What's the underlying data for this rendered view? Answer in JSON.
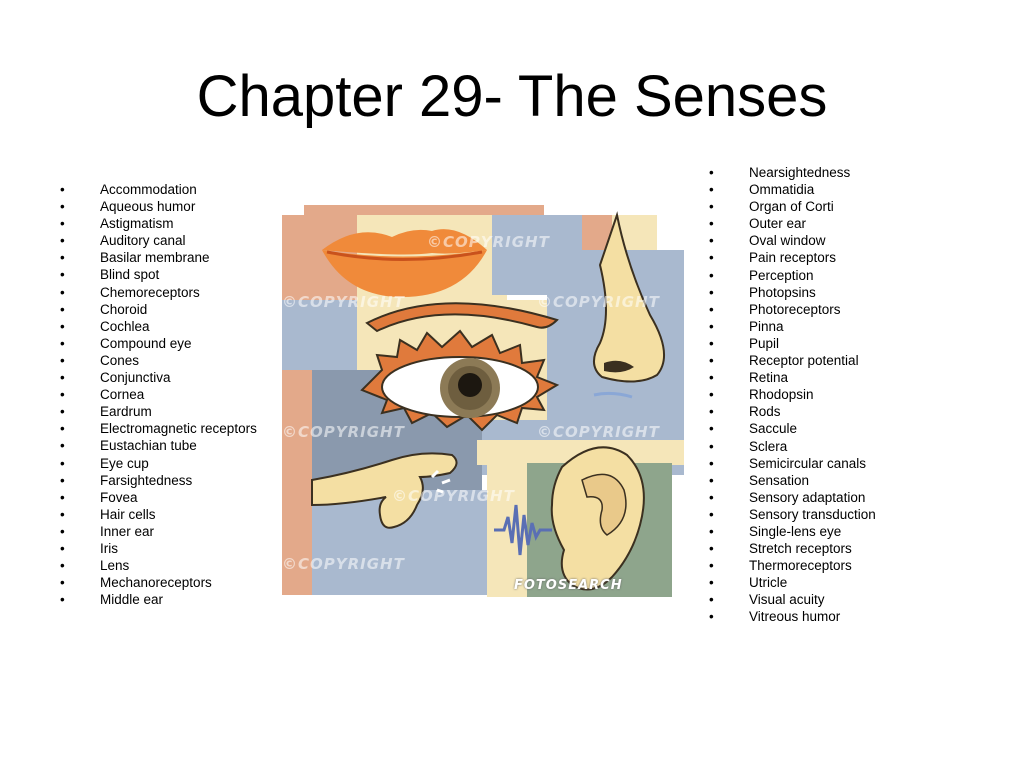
{
  "slide": {
    "title": "Chapter 29- The Senses",
    "left_terms": [
      "Accommodation",
      "Aqueous humor",
      "Astigmatism",
      "Auditory canal",
      "Basilar membrane",
      "Blind spot",
      "Chemoreceptors",
      "Choroid",
      "Cochlea",
      "Compound eye",
      "Cones",
      "Conjunctiva",
      "Cornea",
      "Eardrum",
      "Electromagnetic receptors",
      "Eustachian tube",
      "Eye cup",
      "Farsightedness",
      "Fovea",
      "Hair cells",
      "Inner ear",
      "Iris",
      "Lens",
      "Mechanoreceptors",
      "Middle ear"
    ],
    "right_terms": [
      "Nearsightedness",
      "Ommatidia",
      "Organ of Corti",
      "Outer ear",
      "Oval window",
      "Pain receptors",
      "Perception",
      "Photopsins",
      "Photoreceptors",
      "Pinna",
      "Pupil",
      "Receptor potential",
      "Retina",
      "Rhodopsin",
      "Rods",
      "Saccule",
      "Sclera",
      "Semicircular canals",
      "Sensation",
      "Sensory adaptation",
      "Sensory transduction",
      "Single-lens eye",
      "Stretch receptors",
      "Thermoreceptors",
      "Utricle",
      "Visual acuity",
      "Vitreous humor"
    ],
    "bullet": "•"
  },
  "illustration": {
    "watermark": "©COPYRIGHT",
    "brand": "FOTOSEARCH",
    "colors": {
      "blue": "#a9b9cf",
      "slate": "#8a99ad",
      "cream": "#f5e6b9",
      "peach": "#e3a98a",
      "orange": "#e07a3c",
      "lip": "#f08a3a",
      "skin": "#f4dfa3",
      "green": "#8ea58c",
      "dark": "#3b3020"
    }
  }
}
